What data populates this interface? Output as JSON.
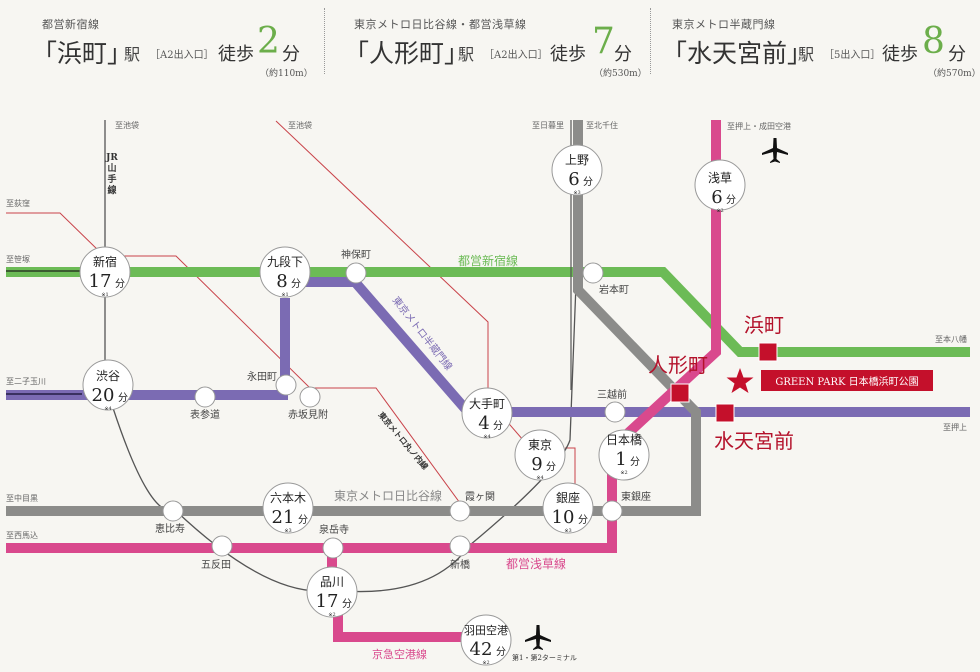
{
  "header": {
    "stations": [
      {
        "line": "都営新宿線",
        "name": "「浜町」",
        "eki": "駅",
        "exit": "［A2出入口］",
        "walk": "徒歩",
        "minutes": "2",
        "fun": "分",
        "distance": "（約110m）"
      },
      {
        "line": "東京メトロ日比谷線・都営浅草線",
        "name": "「人形町」",
        "eki": "駅",
        "exit": "［A2出入口］",
        "walk": "徒歩",
        "minutes": "7",
        "fun": "分",
        "distance": "（約530m）"
      },
      {
        "line": "東京メトロ半蔵門線",
        "name": "「水天宮前」",
        "eki": "駅",
        "exit": "［5出入口］",
        "walk": "徒歩",
        "minutes": "8",
        "fun": "分",
        "distance": "（約570m）"
      }
    ]
  },
  "colors": {
    "shinjuku_line": "#6cbb56",
    "hanzomon_line": "#7b6bb3",
    "hibiya_line": "#8c8c8a",
    "asakusa_line": "#d9498d",
    "marunouchi_line": "#c9434a",
    "accent_red": "#c4102b",
    "minutes_green": "#6cae4b",
    "background": "#f7f6f2"
  },
  "map": {
    "directions": {
      "ikebukuro_jr": "至池袋",
      "ikebukuro_marunouchi": "至池袋",
      "ogikubo": "至荻窪",
      "sasazuka": "至笹塚",
      "futakotamagawa": "至二子玉川",
      "nakameguro": "至中目黒",
      "nishimagome": "至西馬込",
      "nippori": "至日暮里",
      "kitasenju": "至北千住",
      "oshiage_narita": "至押上・成田空港",
      "motoyawata": "至本八幡",
      "oshiage": "至押上"
    },
    "line_labels": {
      "yamanote": [
        "JR",
        "山",
        "手",
        "線"
      ],
      "shinjuku": "都営新宿線",
      "hanzomon": "東京メトロ半蔵門線",
      "marunouchi": "東京メトロ丸ノ内線",
      "hibiya": "東京メトロ日比谷線",
      "asakusa": "都営浅草線",
      "keikyu": "京急空港線"
    },
    "major_stations": [
      {
        "id": "shinjuku",
        "name": "新宿",
        "minutes": "17",
        "unit": "分",
        "note": "※1"
      },
      {
        "id": "kudanshita",
        "name": "九段下",
        "minutes": "8",
        "unit": "分",
        "note": "※1"
      },
      {
        "id": "ueno",
        "name": "上野",
        "minutes": "6",
        "unit": "分",
        "note": "※3"
      },
      {
        "id": "asakusa",
        "name": "浅草",
        "minutes": "6",
        "unit": "分",
        "note": "※2"
      },
      {
        "id": "shibuya",
        "name": "渋谷",
        "minutes": "20",
        "unit": "分",
        "note": "※4"
      },
      {
        "id": "otemachi",
        "name": "大手町",
        "minutes": "4",
        "unit": "分",
        "note": "※4"
      },
      {
        "id": "tokyo",
        "name": "東京",
        "minutes": "9",
        "unit": "分",
        "note": "※4"
      },
      {
        "id": "nihombashi",
        "name": "日本橋",
        "minutes": "1",
        "unit": "分",
        "note": "※2"
      },
      {
        "id": "roppongi",
        "name": "六本木",
        "minutes": "21",
        "unit": "分",
        "note": "※3"
      },
      {
        "id": "ginza",
        "name": "銀座",
        "minutes": "10",
        "unit": "分",
        "note": "※3"
      },
      {
        "id": "shinagawa",
        "name": "品川",
        "minutes": "17",
        "unit": "分",
        "note": "※2"
      },
      {
        "id": "haneda",
        "name": "羽田空港",
        "minutes": "42",
        "unit": "分",
        "note": "※2"
      }
    ],
    "minor_stations": {
      "jimbocho": "神保町",
      "iwamotocho": "岩本町",
      "nagatacho": "永田町",
      "akasakamitsuke": "赤坂見附",
      "omotesando": "表参道",
      "mitsukoshimae": "三越前",
      "ebisu": "恵比寿",
      "gotanda": "五反田",
      "sengakuji": "泉岳寺",
      "kasumigaseki": "霞ヶ関",
      "shimbashi": "新橋",
      "higashiginza": "東銀座"
    },
    "target_stations": {
      "hamacho": "浜町",
      "ningyocho": "人形町",
      "suitengumae": "水天宮前"
    },
    "property_label": "GREEN PARK 日本橋浜町公園",
    "haneda_terminal": "第1・第2ターミナル"
  }
}
